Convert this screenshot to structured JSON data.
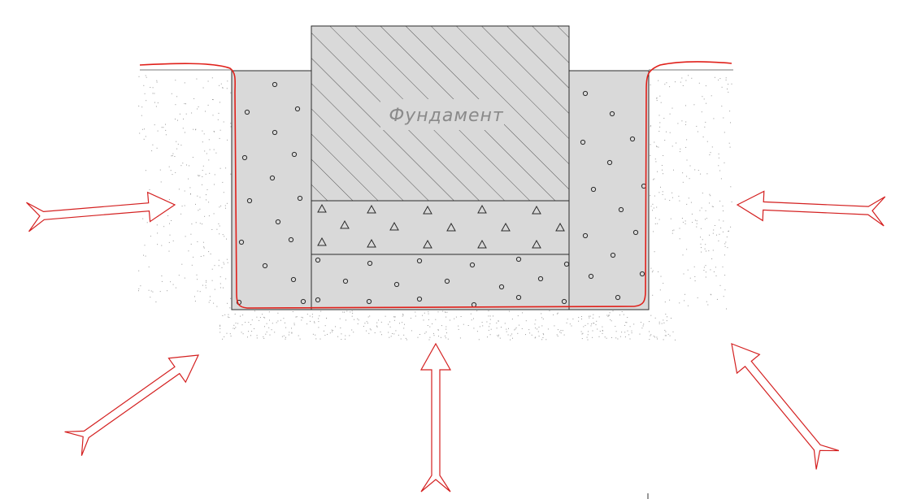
{
  "labels": {
    "foundation": "Фундамент"
  },
  "colors": {
    "background": "#ffffff",
    "backfill": "#d9d9d9",
    "outline": "#2a2a2a",
    "membrane": "#e0201a",
    "arrow": "#d42020",
    "hatch": "#555555",
    "soil_dots": "#9a9a9a"
  },
  "legend_icons": {
    "backfill": "circle-aggregate",
    "concrete_pad": "triangle-aggregate",
    "foundation": "diagonal-hatch"
  }
}
